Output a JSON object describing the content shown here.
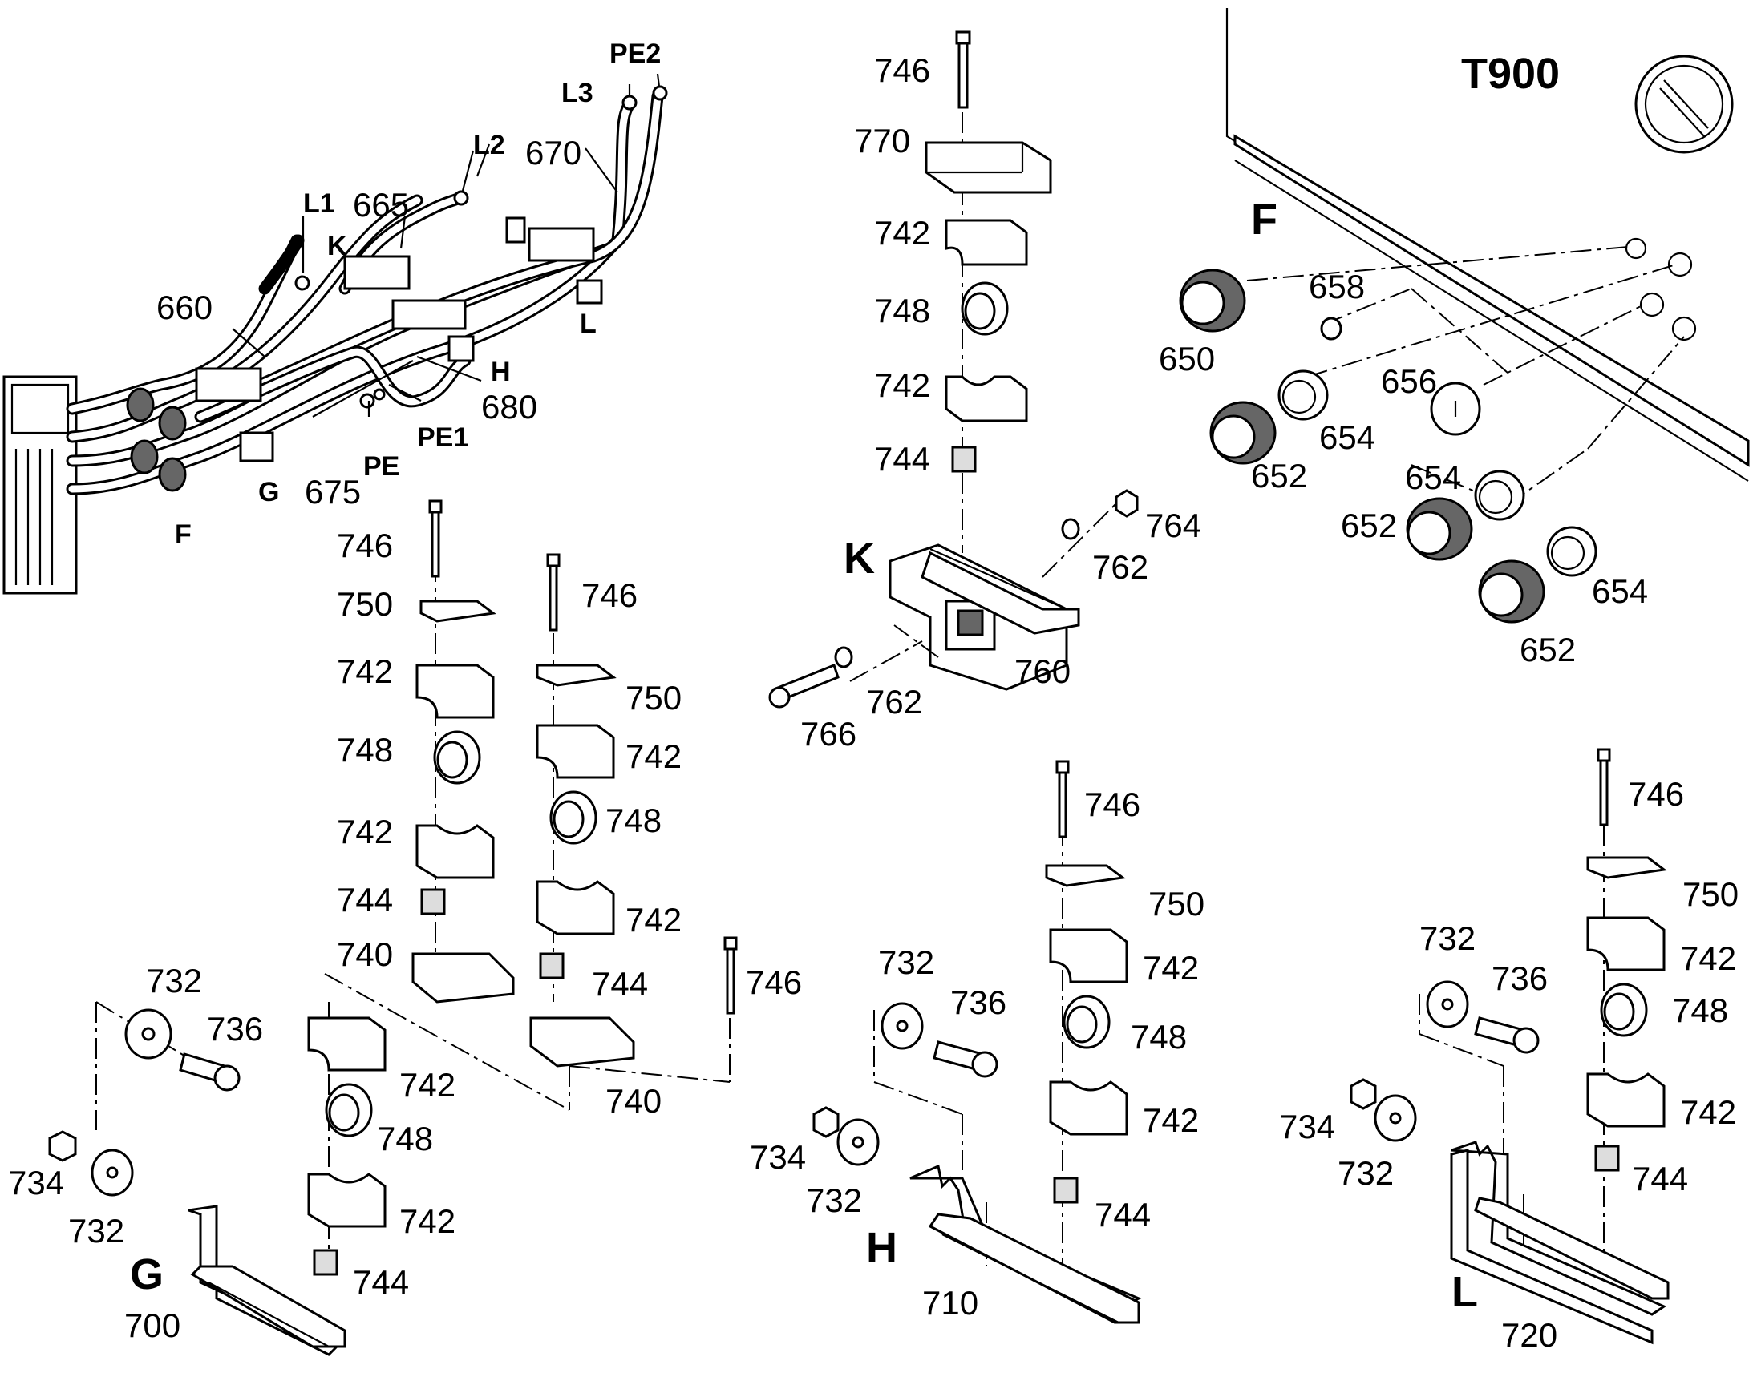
{
  "title": "T900",
  "detail_letters": {
    "F": "F",
    "G": "G",
    "H": "H",
    "K": "K",
    "L": "L"
  },
  "cable_labels": {
    "L1": "L1",
    "L2": "L2",
    "L3": "L3",
    "PE": "PE",
    "PE1": "PE1",
    "PE2": "PE2",
    "p660": "660",
    "p665": "665",
    "p670": "670",
    "p675": "675",
    "p680": "680"
  },
  "part_numbers": {
    "p650": "650",
    "p652": "652",
    "p654": "654",
    "p656": "656",
    "p658": "658",
    "p700": "700",
    "p710": "710",
    "p720": "720",
    "p732": "732",
    "p734": "734",
    "p736": "736",
    "p740": "740",
    "p742": "742",
    "p744": "744",
    "p746": "746",
    "p748": "748",
    "p750": "750",
    "p760": "760",
    "p762": "762",
    "p764": "764",
    "p766": "766",
    "p770": "770"
  }
}
